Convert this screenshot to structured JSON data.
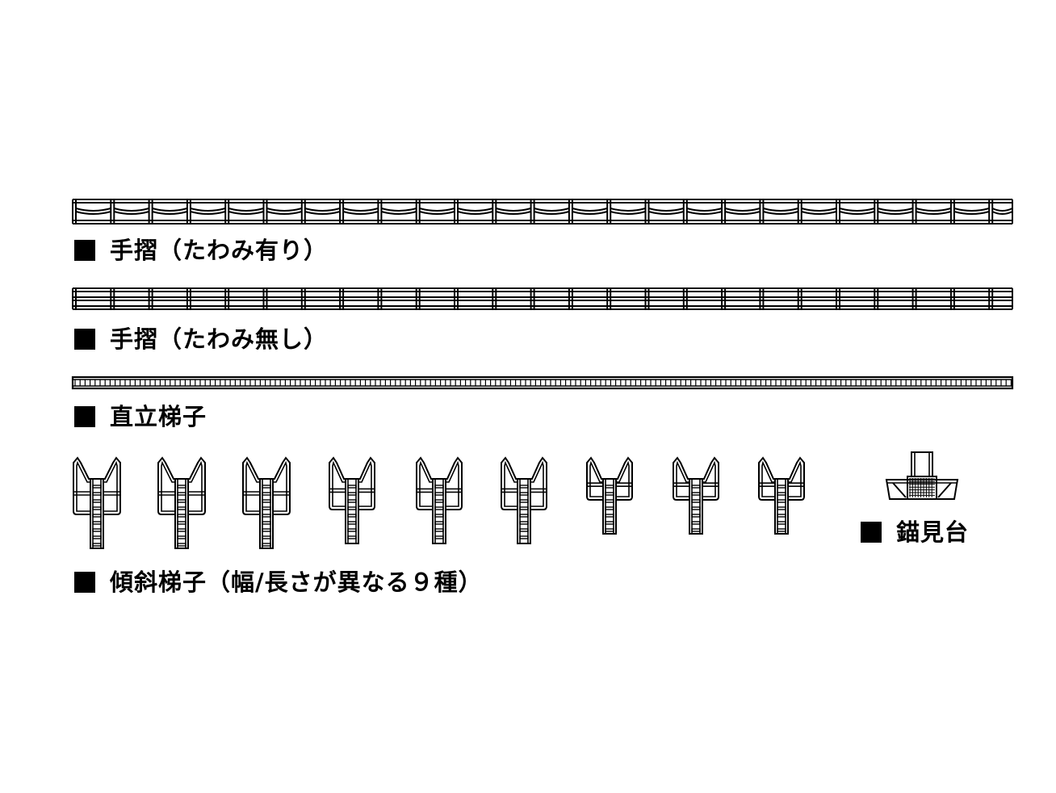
{
  "labels": {
    "handrail_sag": "手摺（たわみ有り）",
    "handrail_nosag": "手摺（たわみ無し）",
    "vertical_ladder": "直立梯子",
    "inclined_ladder": "傾斜梯子（幅/長さが異なる９種）",
    "anchor_stand": "錨見台"
  },
  "colors": {
    "line": "#000000",
    "background": "#ffffff"
  },
  "icons": {
    "bullet": "black-square"
  }
}
